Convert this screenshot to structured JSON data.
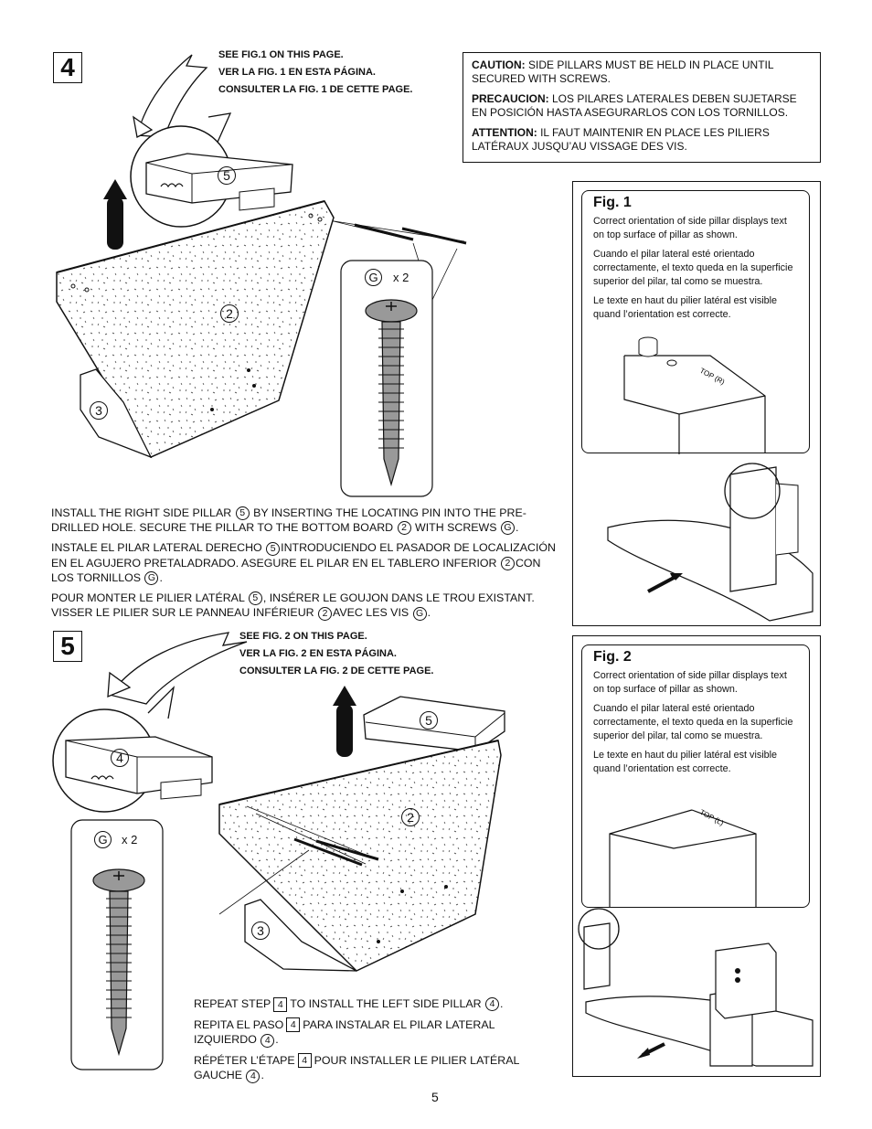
{
  "step4": {
    "number": "4",
    "see_fig": [
      "SEE FIG.1 ON THIS PAGE.",
      "VER LA FIG. 1 EN ESTA PÁGINA.",
      "CONSULTER LA FIG. 1 DE CETTE PAGE."
    ],
    "callouts": {
      "pillar": "5",
      "board": "2",
      "bottom": "3",
      "hardware": "G",
      "qty": "x 2"
    }
  },
  "caution": {
    "en_label": "CAUTION:",
    "en_text": " SIDE PILLARS MUST BE HELD IN PLACE UNTIL SECURED WITH SCREWS.",
    "es_label": "PRECAUCION:",
    "es_text": "  LOS PILARES LATERALES DEBEN SUJETARSE EN POSICIÓN HASTA ASEGURARLOS CON LOS TORNILLOS.",
    "fr_label": "ATTENTION:",
    "fr_text": " IL FAUT MAINTENIR EN PLACE LES PILIERS LATÉRAUX JUSQU’AU VISSAGE DES VIS."
  },
  "instructions4": {
    "en_a": "INSTALL THE RIGHT SIDE PILLAR",
    "en_b": " BY INSERTING THE LOCATING PIN INTO THE PRE-DRILLED HOLE.  SECURE THE PILLAR TO THE BOTTOM BOARD",
    "en_c": " WITH SCREWS",
    "en_d": ".",
    "es_a": "INSTALE EL PILAR LATERAL DERECHO",
    "es_b": "INTRODUCIENDO EL PASADOR DE LOCALIZACIÓN EN EL AGUJERO PRETALADRADO. ASEGURE EL PILAR EN EL TABLERO INFERIOR",
    "es_c": "CON LOS TORNILLOS",
    "es_d": ".",
    "fr_a": "POUR MONTER LE PILIER LATÉRAL",
    "fr_b": ", INSÉRER LE GOUJON DANS LE TROU EXISTANT. VISSER LE PILIER SUR LE PANNEAU INFÉRIEUR",
    "fr_c": "AVEC LES VIS",
    "fr_d": "."
  },
  "fig1": {
    "title": "Fig. 1",
    "en": "Correct orientation of side pillar displays text on top surface of pillar as shown.",
    "es": "Cuando el pilar lateral esté orientado correctamente, el texto queda en la superficie superior del pilar, tal como se muestra.",
    "fr": "Le texte en haut du pilier latéral est visible quand l’orientation est correcte.",
    "label": "TOP (R)"
  },
  "step5": {
    "number": "5",
    "see_fig": [
      "SEE FIG. 2 ON THIS PAGE.",
      "VER LA FIG. 2 EN ESTA PÁGINA.",
      "CONSULTER LA FIG. 2 DE CETTE PAGE."
    ],
    "callouts": {
      "left_pillar": "4",
      "right_pillar": "5",
      "board": "2",
      "bottom": "3",
      "hardware": "G",
      "qty": "x 2"
    }
  },
  "instructions5": {
    "en_a": "REPEAT STEP",
    "en_step": "4",
    "en_b": "TO INSTALL THE LEFT SIDE PILLAR",
    "en_c": ".",
    "es_a": "REPITA EL PASO",
    "es_step": "4",
    "es_b": "PARA INSTALAR EL PILAR LATERAL IZQUIERDO",
    "es_c": ".",
    "fr_a": "RÉPÉTER L’ÉTAPE",
    "fr_step": "4",
    "fr_b": "POUR INSTALLER LE PILIER LATÉRAL GAUCHE",
    "fr_c": "."
  },
  "fig2": {
    "title": "Fig. 2",
    "en": "Correct orientation of side pillar displays text on top surface of pillar as shown.",
    "es": "Cuando el pilar lateral esté orientado correctamente, el texto queda en la superficie superior del pilar, tal como se muestra.",
    "fr": "Le texte en haut du pilier latéral est visible quand l’orientation est correcte.",
    "label": "TOP (L)"
  },
  "page_number": "5"
}
